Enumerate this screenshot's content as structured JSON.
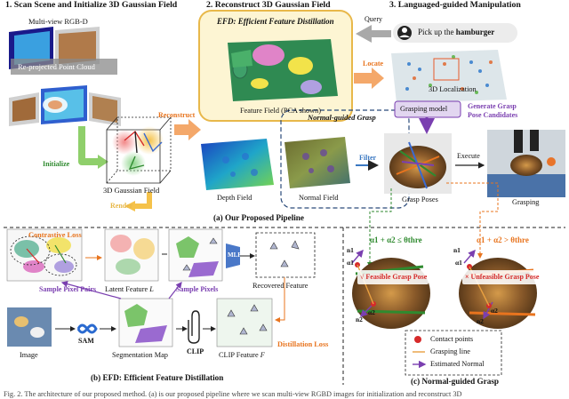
{
  "sections": {
    "s1_title": "1. Scan Scene and Initialize 3D Gaussian Field",
    "s2_title": "2. Reconstruct 3D Gaussian Field",
    "s3_title": "3. Languaged-guided Manipulation"
  },
  "step1": {
    "rgbd_label": "Multi-view RGB-D",
    "pointcloud_label": "Re-projected Point Cloud",
    "initialize_label": "Initialize",
    "gaussian_field_label": "3D Gaussian Field"
  },
  "step2": {
    "efd_title": "EFD: Efficient Feature Distillation",
    "feature_field_label": "Feature Field (PCA shown)",
    "reconstruct_label": "Reconstruct",
    "normal_guided_title": "Normal-guided Grasp",
    "depth_field_label": "Depth Field",
    "normal_field_label": "Normal Field",
    "filter_label": "Filter",
    "grasp_poses_label": "Grasp Poses"
  },
  "step3": {
    "query_label": "Query",
    "query_text_prefix": "Pick up the ",
    "query_text_object": "hamburger",
    "locate_label": "Locate",
    "localization_label": "3D Localization",
    "grasping_model_label": "Grasping model",
    "generate_label_line1": "Generate Grasp",
    "generate_label_line2": "Pose Candidates",
    "execute_label": "Execute",
    "grasping_label": "Grasping"
  },
  "caption_a": "(a) Our Proposed Pipeline",
  "efd_panel": {
    "render_label": "Render",
    "contrastive_loss_label": "Contrastive Loss",
    "latent_feature_label": "Latent Feature",
    "latent_feature_symbol": "L",
    "mlp_label": "MLP",
    "recovered_feature_label": "Recovered Feature",
    "sample_pixel_pairs_label": "Sample Pixel Pairs",
    "sample_pixels_label": "Sample Pixels",
    "sam_label": "SAM",
    "clip_label": "CLIP",
    "distillation_loss_label": "Distillation Loss",
    "image_label": "Image",
    "segmentation_map_label": "Segmentation Map",
    "clip_feature_label": "CLIP Feature",
    "clip_feature_symbol": "F",
    "caption_b": "(b) EFD: Efficient Feature Distillation"
  },
  "normal_panel": {
    "cond_feasible": "α1 + α2 ≤ θthre",
    "cond_unfeasible": "α1 + α2 > θthre",
    "feasible_label": "√ Feasible Grasp Pose",
    "unfeasible_label": "× Unfeasible Grasp Pose",
    "n1": "n1",
    "n2": "n2",
    "a1": "α1",
    "a2": "α2",
    "legend": [
      "Contact points",
      "Grasping line",
      "Estimated Normal"
    ],
    "caption_c": "(c) Normal-guided Grasp"
  },
  "figure_caption": "Fig. 2.  The architecture of our proposed method. (a) is our proposed pipeline where we scan multi-view RGBD images for initialization and reconstruct 3D",
  "colors": {
    "efd_border": "#e8b84a",
    "efd_fill": "#fdf5d3",
    "arrow_orange": "#f4a86a",
    "arrow_green": "#8fcf6b",
    "arrow_gray": "#a9a9a9",
    "blue_text": "#3a78c2",
    "green_text": "#2f8a2f",
    "orange_text": "#e8741e",
    "purple_text": "#7a3fb0",
    "red_text": "#d62a2a"
  }
}
